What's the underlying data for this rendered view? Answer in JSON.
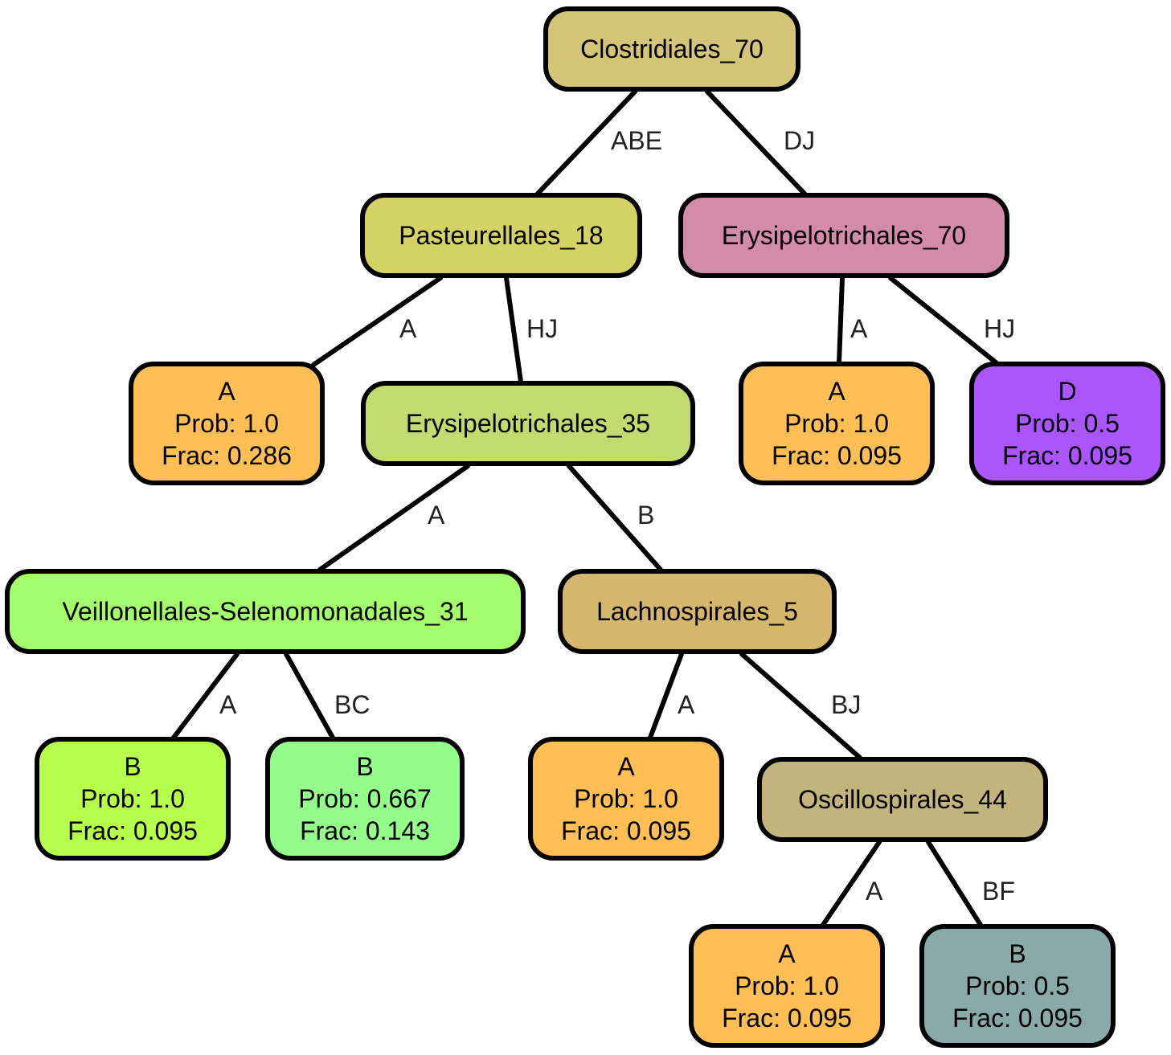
{
  "nodes": [
    {
      "id": "clostridiales_70",
      "lines": [
        "Clostridiales_70"
      ],
      "color": "#d4c478"
    },
    {
      "id": "pasteurellales_18",
      "lines": [
        "Pasteurellales_18"
      ],
      "color": "#d4d264"
    },
    {
      "id": "erysipelotrichales_70",
      "lines": [
        "Erysipelotrichales_70"
      ],
      "color": "#d38ba8"
    },
    {
      "id": "leaf_a_1",
      "lines": [
        "A",
        "Prob: 1.0",
        "Frac: 0.286"
      ],
      "color": "#ffbf55"
    },
    {
      "id": "erysipelotrichales_35",
      "lines": [
        "Erysipelotrichales_35"
      ],
      "color": "#c2da6f"
    },
    {
      "id": "leaf_a_2",
      "lines": [
        "A",
        "Prob: 1.0",
        "Frac: 0.095"
      ],
      "color": "#ffbf55"
    },
    {
      "id": "leaf_d_1",
      "lines": [
        "D",
        "Prob: 0.5",
        "Frac: 0.095"
      ],
      "color": "#aa55ff"
    },
    {
      "id": "veillonellales_31",
      "lines": [
        "Veillonellales-Selenomonadales_31"
      ],
      "color": "#a4fd6c"
    },
    {
      "id": "lachnospirales_5",
      "lines": [
        "Lachnospirales_5"
      ],
      "color": "#d4b76d"
    },
    {
      "id": "leaf_b_1",
      "lines": [
        "B",
        "Prob: 1.0",
        "Frac: 0.095"
      ],
      "color": "#b6ff4d"
    },
    {
      "id": "leaf_b_2",
      "lines": [
        "B",
        "Prob: 0.667",
        "Frac: 0.143"
      ],
      "color": "#94fe8a"
    },
    {
      "id": "leaf_a_3",
      "lines": [
        "A",
        "Prob: 1.0",
        "Frac: 0.095"
      ],
      "color": "#ffbf55"
    },
    {
      "id": "oscillospirales_44",
      "lines": [
        "Oscillospirales_44"
      ],
      "color": "#c3b37c"
    },
    {
      "id": "leaf_a_4",
      "lines": [
        "A",
        "Prob: 1.0",
        "Frac: 0.095"
      ],
      "color": "#ffbf55"
    },
    {
      "id": "leaf_b_3",
      "lines": [
        "B",
        "Prob: 0.5",
        "Frac: 0.095"
      ],
      "color": "#8aa9aa"
    }
  ],
  "edges": [
    {
      "from": "clostridiales_70",
      "to": "pasteurellales_18",
      "label": "ABE"
    },
    {
      "from": "clostridiales_70",
      "to": "erysipelotrichales_70",
      "label": "DJ"
    },
    {
      "from": "pasteurellales_18",
      "to": "leaf_a_1",
      "label": "A"
    },
    {
      "from": "pasteurellales_18",
      "to": "erysipelotrichales_35",
      "label": "HJ"
    },
    {
      "from": "erysipelotrichales_70",
      "to": "leaf_a_2",
      "label": "A"
    },
    {
      "from": "erysipelotrichales_70",
      "to": "leaf_d_1",
      "label": "HJ"
    },
    {
      "from": "erysipelotrichales_35",
      "to": "veillonellales_31",
      "label": "A"
    },
    {
      "from": "erysipelotrichales_35",
      "to": "lachnospirales_5",
      "label": "B"
    },
    {
      "from": "veillonellales_31",
      "to": "leaf_b_1",
      "label": "A"
    },
    {
      "from": "veillonellales_31",
      "to": "leaf_b_2",
      "label": "BC"
    },
    {
      "from": "lachnospirales_5",
      "to": "leaf_a_3",
      "label": "A"
    },
    {
      "from": "lachnospirales_5",
      "to": "oscillospirales_44",
      "label": "BJ"
    },
    {
      "from": "oscillospirales_44",
      "to": "leaf_a_4",
      "label": "A"
    },
    {
      "from": "oscillospirales_44",
      "to": "leaf_b_3",
      "label": "BF"
    }
  ]
}
